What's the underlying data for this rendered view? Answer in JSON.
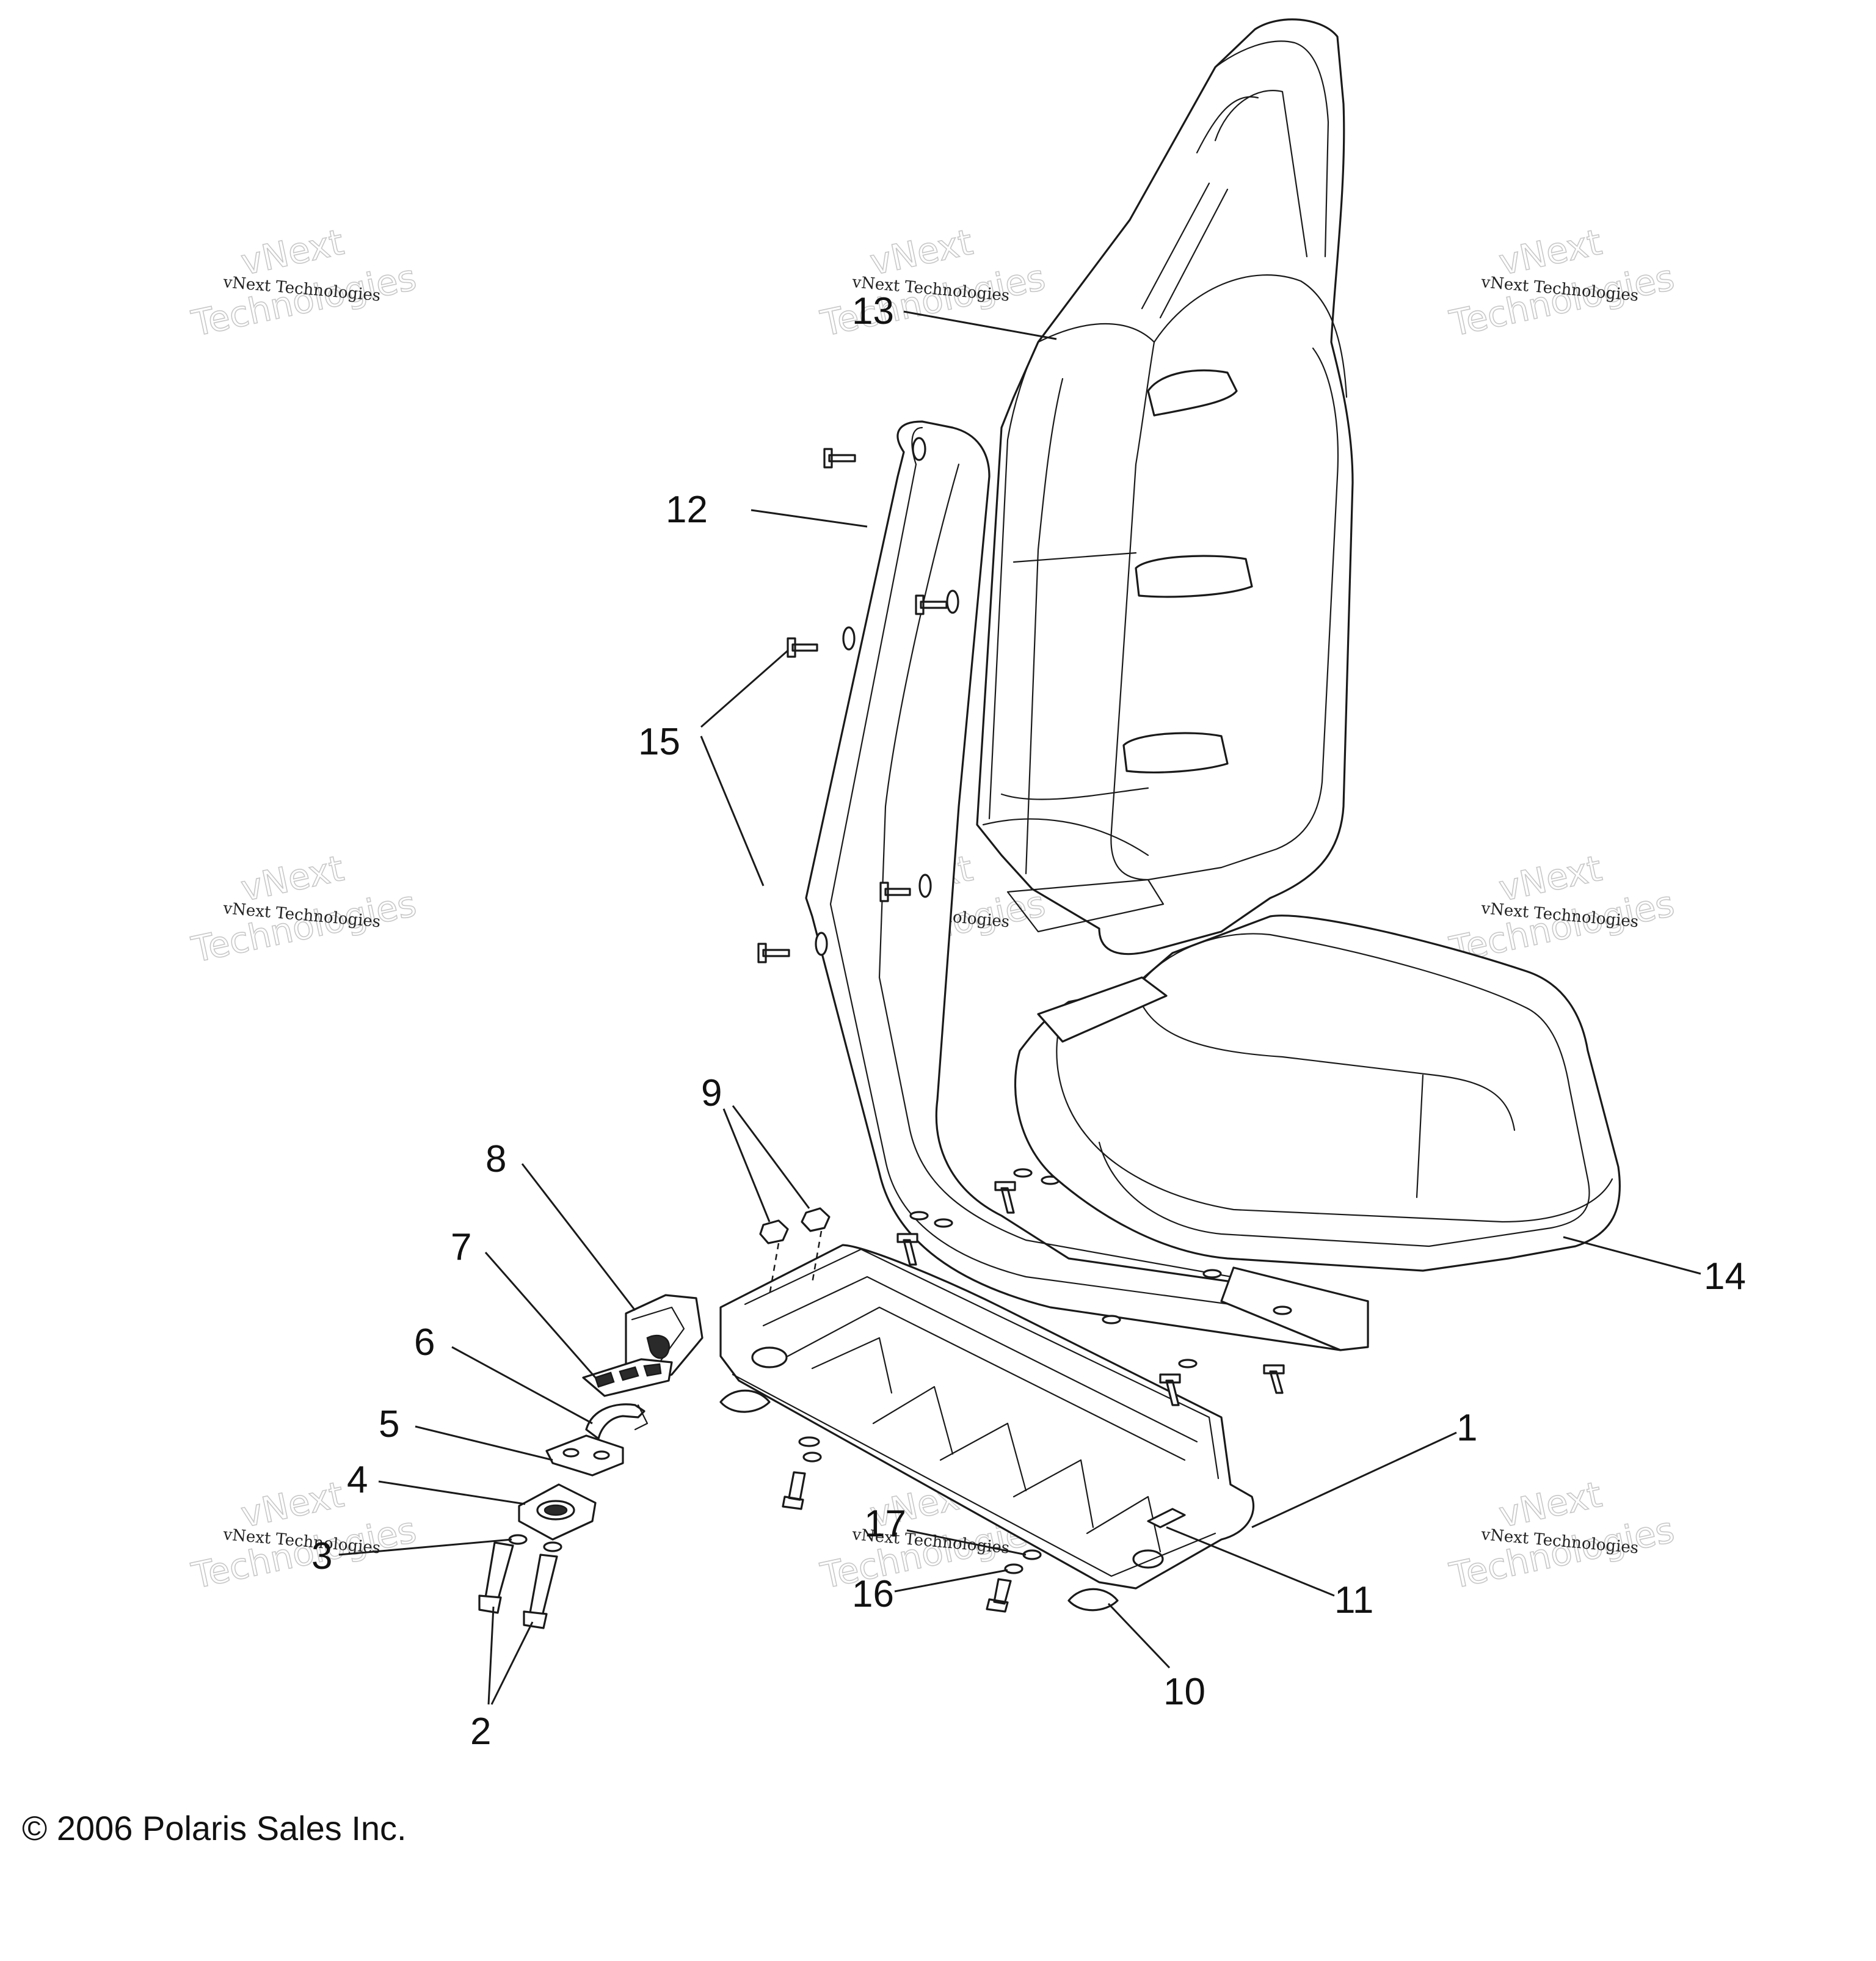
{
  "callouts": [
    {
      "id": "1",
      "text": "1"
    },
    {
      "id": "2",
      "text": "2"
    },
    {
      "id": "3",
      "text": "3"
    },
    {
      "id": "4",
      "text": "4"
    },
    {
      "id": "5",
      "text": "5"
    },
    {
      "id": "6",
      "text": "6"
    },
    {
      "id": "7",
      "text": "7"
    },
    {
      "id": "8",
      "text": "8"
    },
    {
      "id": "9",
      "text": "9"
    },
    {
      "id": "10",
      "text": "10"
    },
    {
      "id": "11",
      "text": "11"
    },
    {
      "id": "12",
      "text": "12"
    },
    {
      "id": "13",
      "text": "13"
    },
    {
      "id": "14",
      "text": "14"
    },
    {
      "id": "15",
      "text": "15"
    },
    {
      "id": "16",
      "text": "16"
    },
    {
      "id": "17",
      "text": "17"
    }
  ],
  "watermark": {
    "line": "vNext Technologies",
    "word1": "vNext",
    "word2": "Technologies"
  },
  "copyright": "© 2006 Polaris Sales Inc."
}
